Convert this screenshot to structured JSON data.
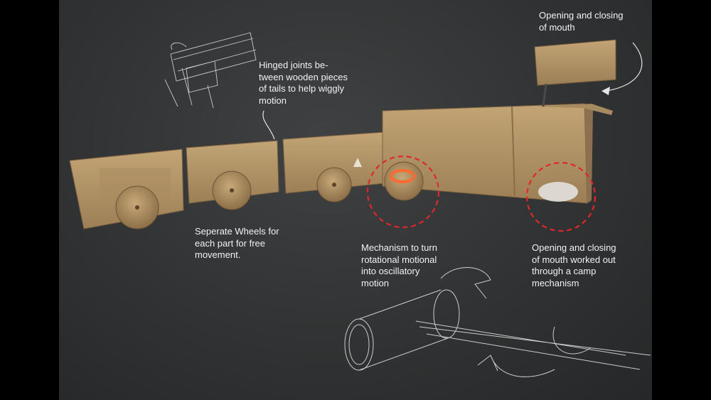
{
  "annotations": {
    "mouth_top": "Opening and closing\nof mouth",
    "hinged": "Hinged joints be-\ntween wooden pieces\nof tails to help wiggly\nmotion",
    "wheels": "Seperate Wheels for\neach part for free\nmovement.",
    "mechanism": "Mechanism to turn\nrotational motional\ninto oscillatory\nmotion",
    "camp": "Opening and closing\nof mouth worked out\nthrough a camp\nmechanism"
  },
  "colors": {
    "background": "#333536",
    "cardboard": "#b8996a",
    "highlight_circle": "#e0282a",
    "text": "#f2f2f2"
  }
}
